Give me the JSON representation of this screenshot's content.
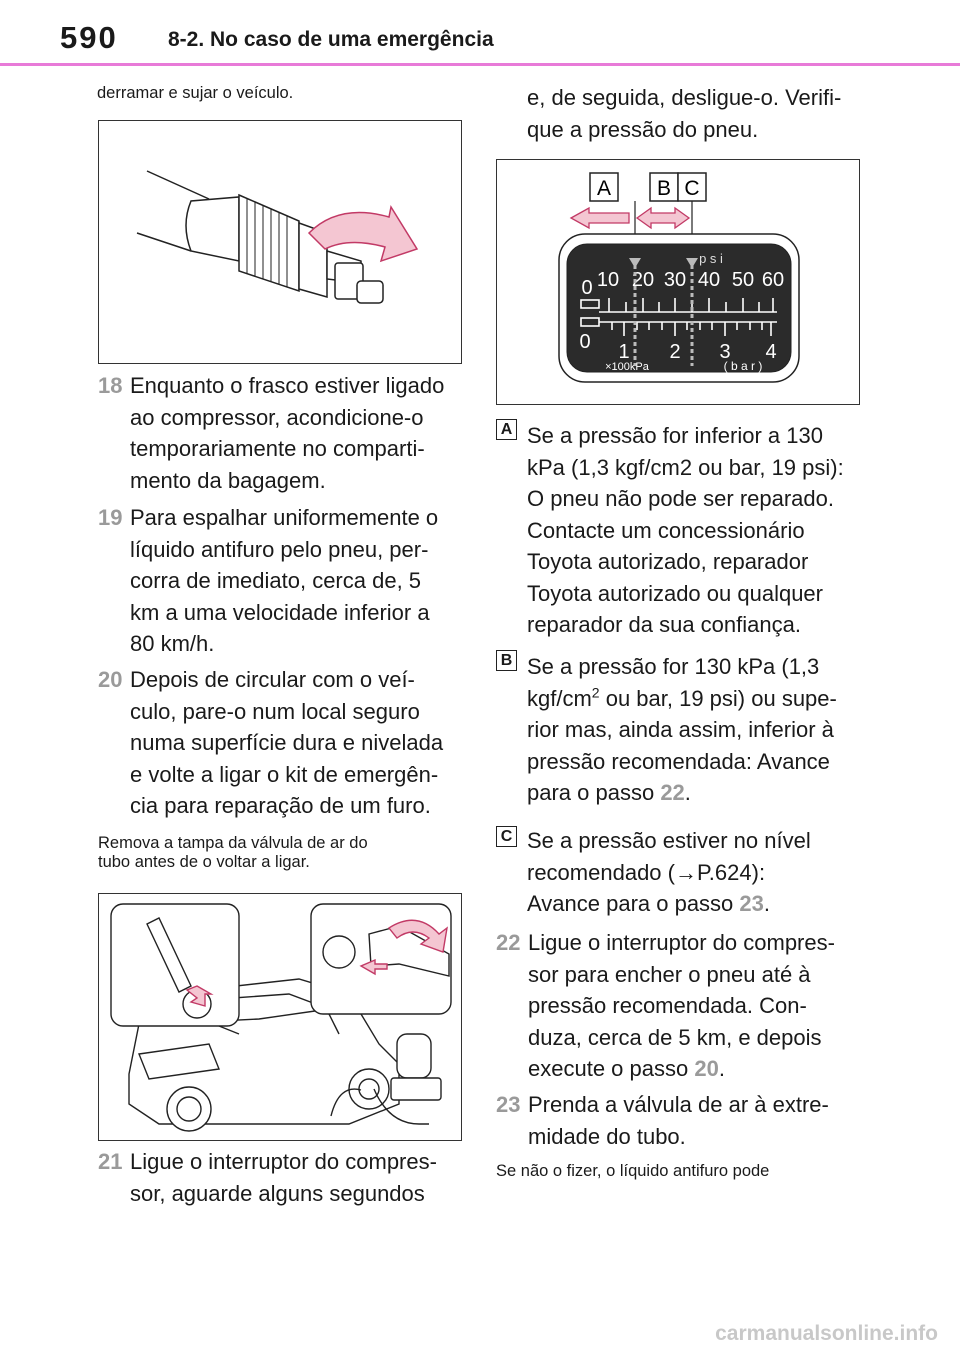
{
  "header": {
    "page_number": "590",
    "section_title": "8-2. No caso de uma emergência"
  },
  "left": {
    "intro_text": "derramar e sujar o veículo.",
    "step18": {
      "num": "18",
      "lines": [
        "Enquanto o frasco estiver ligado",
        "ao compressor, acondicione-o",
        "temporariamente no comparti-",
        "mento da bagagem."
      ]
    },
    "step19": {
      "num": "19",
      "lines": [
        "Para espalhar uniformemente o",
        "líquido antifuro pelo pneu, per-",
        "corra de imediato, cerca de, 5",
        "km a uma velocidade inferior a",
        "80 km/h."
      ]
    },
    "step20": {
      "num": "20",
      "lines": [
        "Depois de circular com o veí-",
        "culo, pare-o num local seguro",
        "numa superfície dura e nivelada",
        "e volte a ligar o kit de emergên-",
        "cia para reparação de um furo."
      ]
    },
    "note_lines": [
      "Remova a tampa da válvula de ar do",
      "tubo antes de o voltar a ligar."
    ],
    "step21": {
      "num": "21",
      "lines": [
        "Ligue o interruptor do compres-",
        "sor, aguarde alguns segundos"
      ]
    }
  },
  "right": {
    "continuation_lines": [
      "e, de seguida, desligue-o. Verifi-",
      "que a pressão do pneu."
    ],
    "gauge": {
      "labels": [
        "A",
        "B",
        "C"
      ],
      "psi_unit": "p s i",
      "psi_ticks": [
        "0",
        "10",
        "20",
        "30",
        "40",
        "50",
        "60"
      ],
      "bar_ticks": [
        "0",
        "1",
        "2",
        "3",
        "4"
      ],
      "kpa_unit": "×100kPa",
      "bar_unit": "( b a r )"
    },
    "item_a": {
      "label": "A",
      "lines": [
        "Se a pressão for inferior a 130",
        "kPa (1,3 kgf/cm2 ou bar, 19 psi):",
        "O pneu não pode ser reparado.",
        "Contacte um concessionário",
        "Toyota autorizado, reparador",
        "Toyota autorizado ou qualquer",
        "reparador da sua confiança."
      ]
    },
    "item_b": {
      "label": "B",
      "line1": "Se a pressão for 130 kPa (1,3",
      "line2_pre": "kgf/cm",
      "line2_sup": "2",
      "line2_post": " ou bar, 19 psi) ou supe-",
      "line3": "rior mas, ainda assim, inferior à",
      "line4": "pressão recomendada: Avance",
      "line5_pre": "para o passo ",
      "line5_ref": "22",
      "line5_post": "."
    },
    "item_c": {
      "label": "C",
      "line1": "Se a pressão estiver no nível",
      "line2": "recomendado (→P.624):",
      "line3_pre": "Avance para o passo ",
      "line3_ref": "23",
      "line3_post": "."
    },
    "step22": {
      "num": "22",
      "line1": "Ligue o interruptor do compres-",
      "line2": "sor para encher o pneu até à",
      "line3": "pressão recomendada. Con-",
      "line4": "duza, cerca de 5 km, e depois",
      "line5_pre": "execute o passo ",
      "line5_ref": "20",
      "line5_post": "."
    },
    "step23": {
      "num": "23",
      "lines": [
        "Prenda a válvula de ar à extre-",
        "midade do tubo."
      ]
    },
    "final_note": "Se não o fizer, o líquido antifuro pode"
  },
  "watermark": "carmanualsonline.info",
  "colors": {
    "header_rule": "#e87ad8",
    "step_number": "#9a9a9a",
    "arrow_fill": "#f4c6d2",
    "arrow_stroke": "#c23a66"
  }
}
